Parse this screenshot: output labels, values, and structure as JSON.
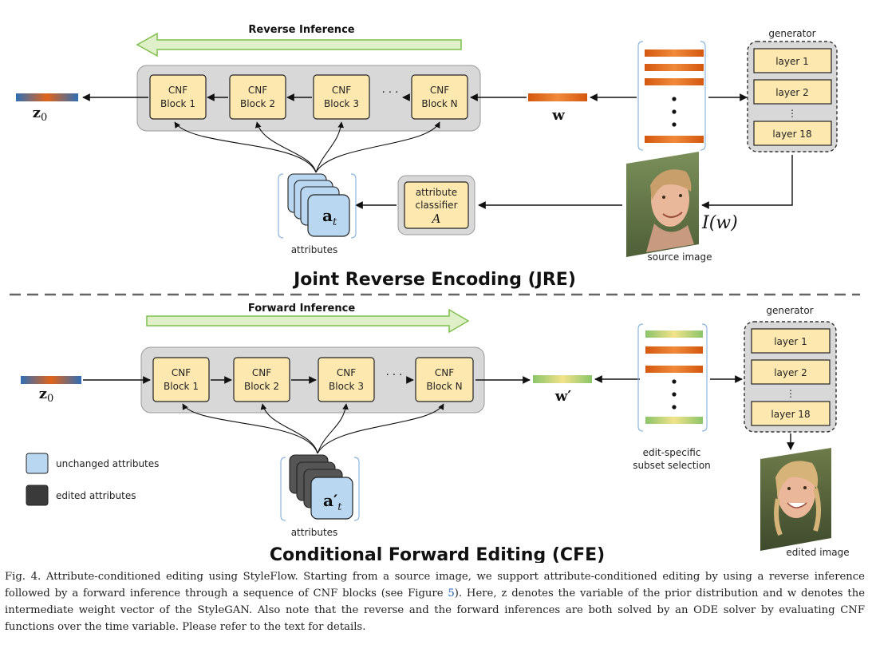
{
  "jre": {
    "title": "Joint Reverse Encoding (JRE)",
    "inference_label": "Reverse Inference",
    "cnf_blocks": [
      {
        "line1": "CNF",
        "line2": "Block 1"
      },
      {
        "line1": "CNF",
        "line2": "Block 2"
      },
      {
        "line1": "CNF",
        "line2": "Block 3"
      },
      {
        "line1": "CNF",
        "line2": "Block N"
      }
    ],
    "ellipsis": "· · ·",
    "output_latent": "z",
    "output_latent_sub": "0",
    "latent_w": "w",
    "attributes_symbol": "a",
    "attributes_sub": "t",
    "attributes_label": "attributes",
    "classifier": {
      "line1": "attribute",
      "line2": "classifier",
      "symbol": "A"
    },
    "image_function": "I(w)",
    "source_image_label": "source image",
    "generator": {
      "title": "generator",
      "layers": [
        "layer 1",
        "layer 2",
        "layer 18"
      ],
      "dots": "⋮"
    }
  },
  "cfe": {
    "title": "Conditional Forward Editing (CFE)",
    "inference_label": "Forward Inference",
    "cnf_blocks": [
      {
        "line1": "CNF",
        "line2": "Block 1"
      },
      {
        "line1": "CNF",
        "line2": "Block 2"
      },
      {
        "line1": "CNF",
        "line2": "Block 3"
      },
      {
        "line1": "CNF",
        "line2": "Block N"
      }
    ],
    "ellipsis": "· · ·",
    "input_latent": "z",
    "input_latent_sub": "0",
    "latent_w_prime": "w′",
    "attributes_symbol": "a′",
    "attributes_sub": "t",
    "attributes_label": "attributes",
    "subset_label_line1": "edit-specific",
    "subset_label_line2": "subset selection",
    "edited_image_label": "edited image",
    "generator": {
      "title": "generator",
      "layers": [
        "layer 1",
        "layer 2",
        "layer 18"
      ],
      "dots": "⋮"
    }
  },
  "legend": {
    "unchanged": "unchanged attributes",
    "edited": "edited attributes"
  },
  "caption": {
    "fig_num": "Fig. 4.",
    "text_before": "Attribute-conditioned editing using StyleFlow. Starting from a source image, we support attribute-conditioned editing by using a reverse inference followed by a forward inference through a sequence of CNF blocks (see Figure ",
    "figure_ref": "5",
    "text_after": "). Here, z denotes the variable of the prior distribution and w denotes the intermediate weight vector of the StyleGAN. Also note that the reverse and the forward inferences are both solved by an ODE solver by evaluating CNF functions over the time variable. Please refer to the text for details."
  },
  "colors": {
    "cnf_block_fill": "#fde9b0",
    "container_fill": "#d8d8d8",
    "attribute_blue": "#b9d7f0",
    "attribute_dark": "#3a3a3a",
    "inference_arrow": "#dff0c8",
    "orange_latent": "#e0641a",
    "green_latent": "#a9d18e"
  }
}
